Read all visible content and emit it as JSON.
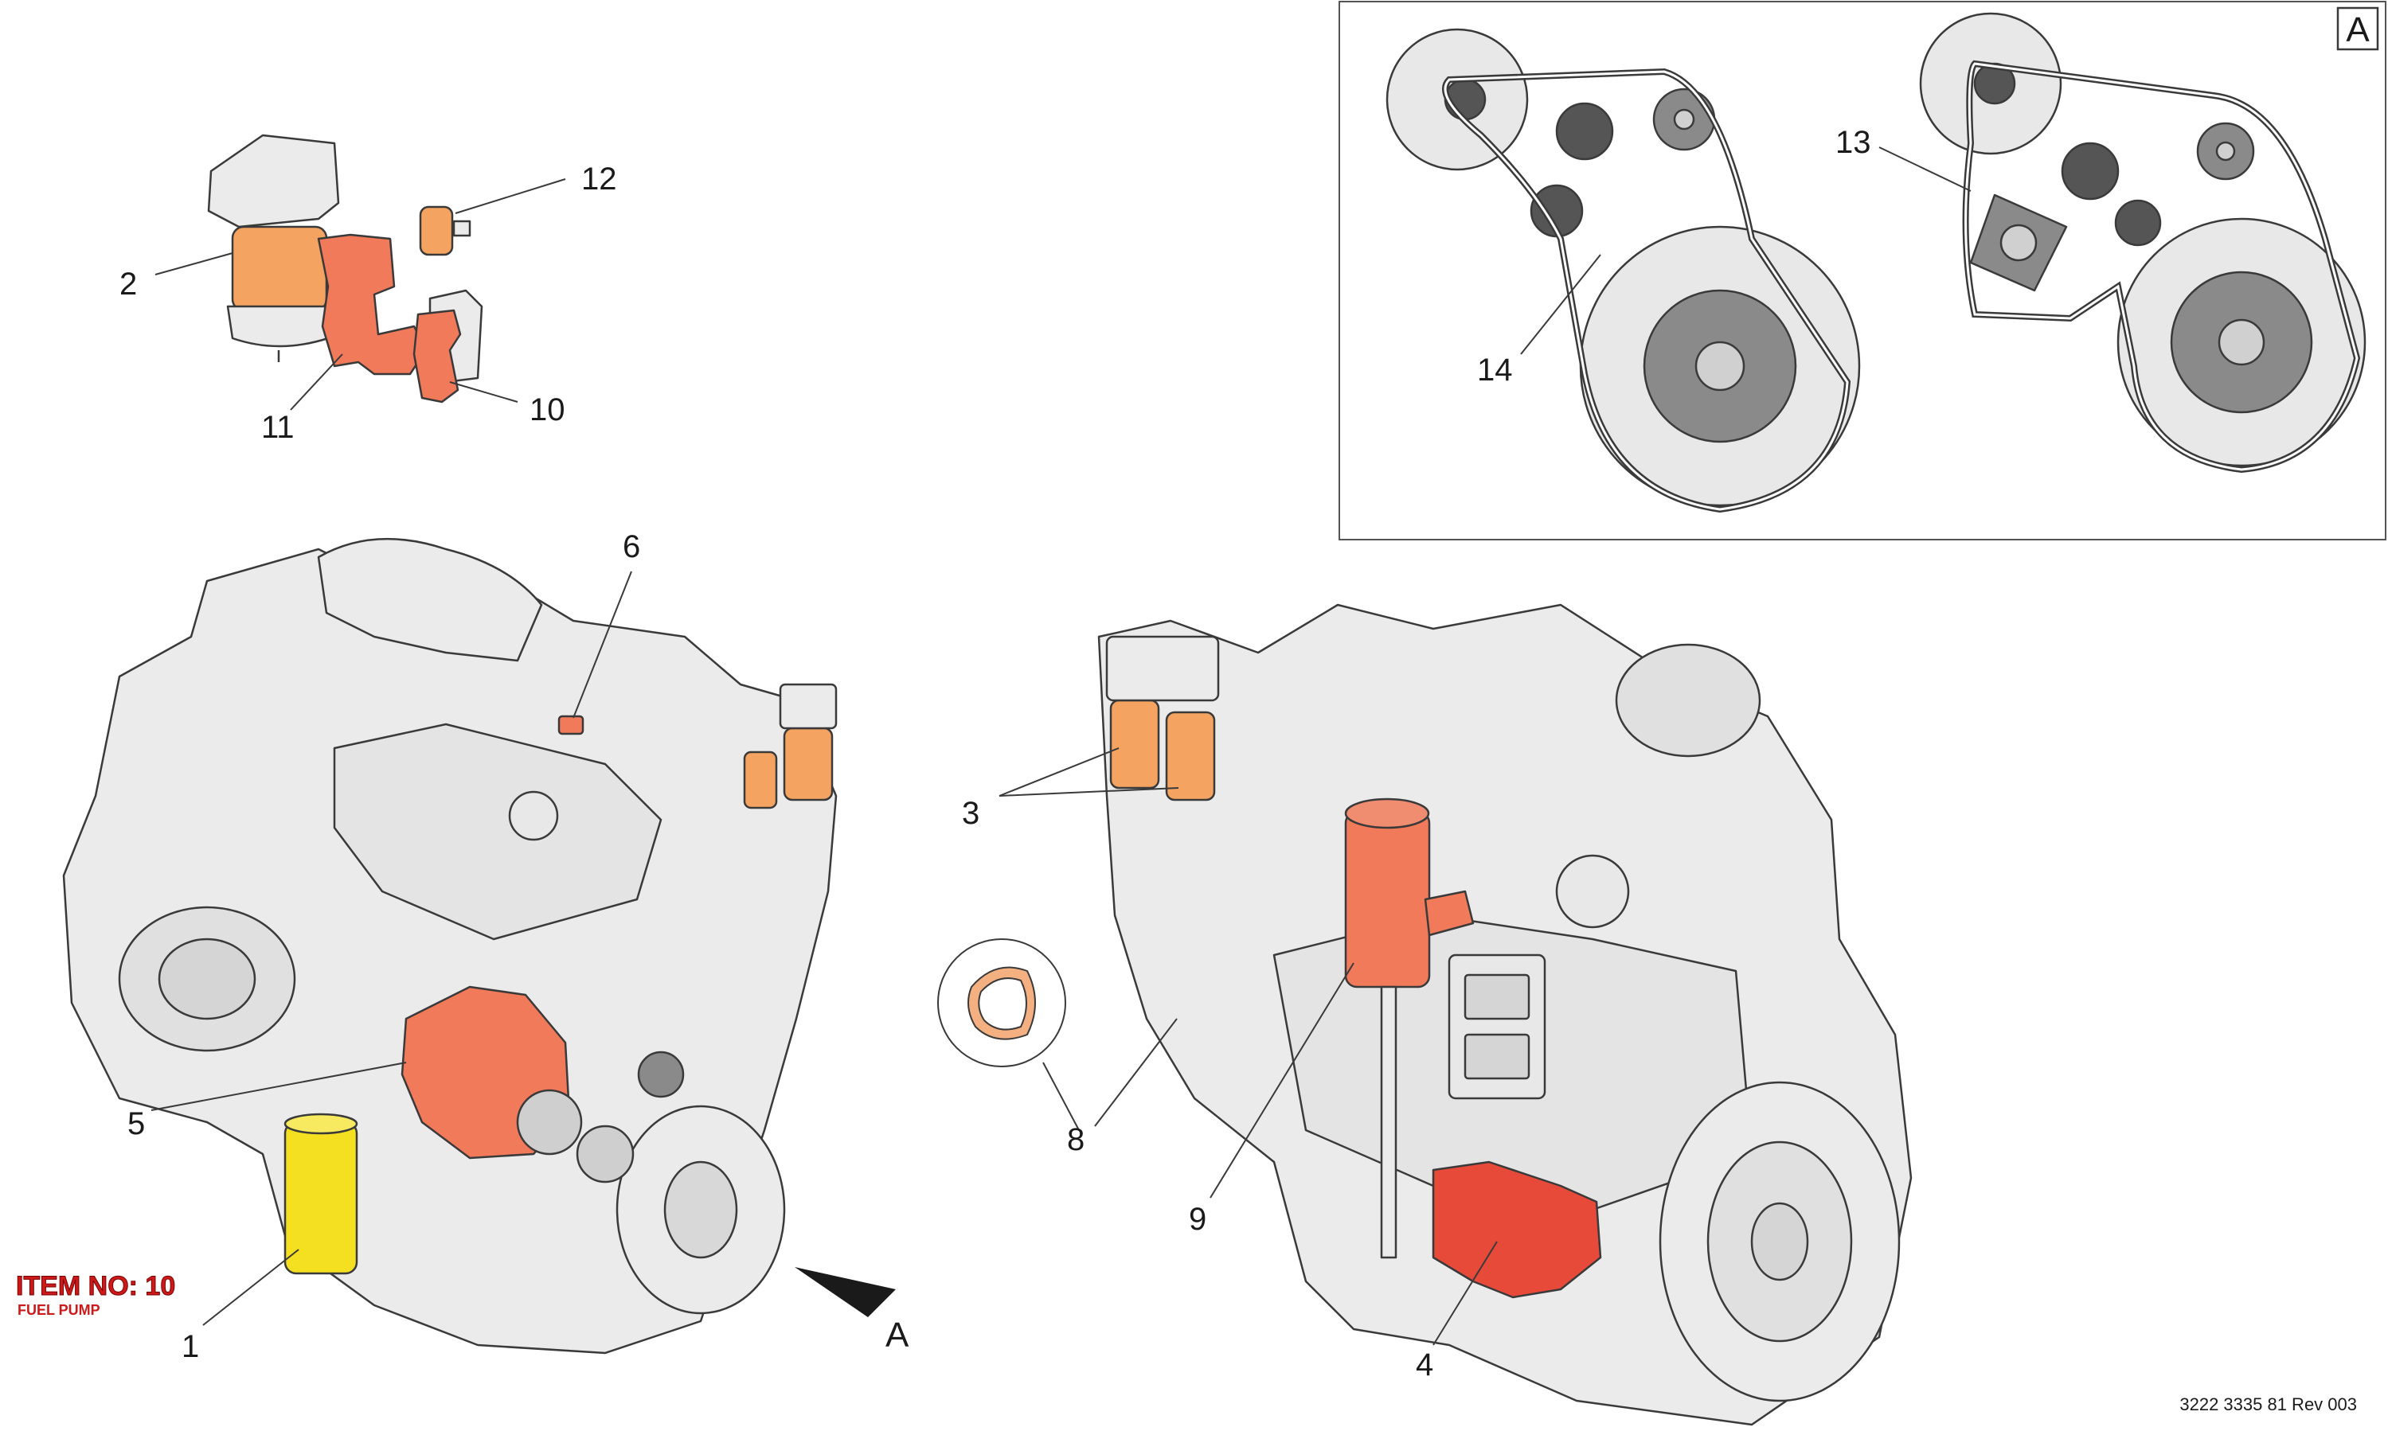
{
  "colors": {
    "engine_fill": "#ebebeb",
    "outline": "#3a3a3a",
    "highlight_orange": "#f4a460",
    "highlight_red": "#f07a5a",
    "highlight_strong_red": "#e84a3a",
    "highlight_yellow": "#f4e020",
    "belt_pulley_light": "#e8e8e8",
    "belt_pulley_dark": "#8a8a8a",
    "item_text": "#cc1a1a"
  },
  "callouts": {
    "c1": "1",
    "c2": "2",
    "c3": "3",
    "c4": "4",
    "c5": "5",
    "c6": "6",
    "c8": "8",
    "c9": "9",
    "c10": "10",
    "c11": "11",
    "c12": "12",
    "c13": "13",
    "c14": "14"
  },
  "view_marker": "A",
  "inset": {
    "label": "A"
  },
  "item_note": {
    "title": "ITEM NO: 10",
    "subtitle": "FUEL PUMP"
  },
  "document_number": "3222 3335 81 Rev 003"
}
